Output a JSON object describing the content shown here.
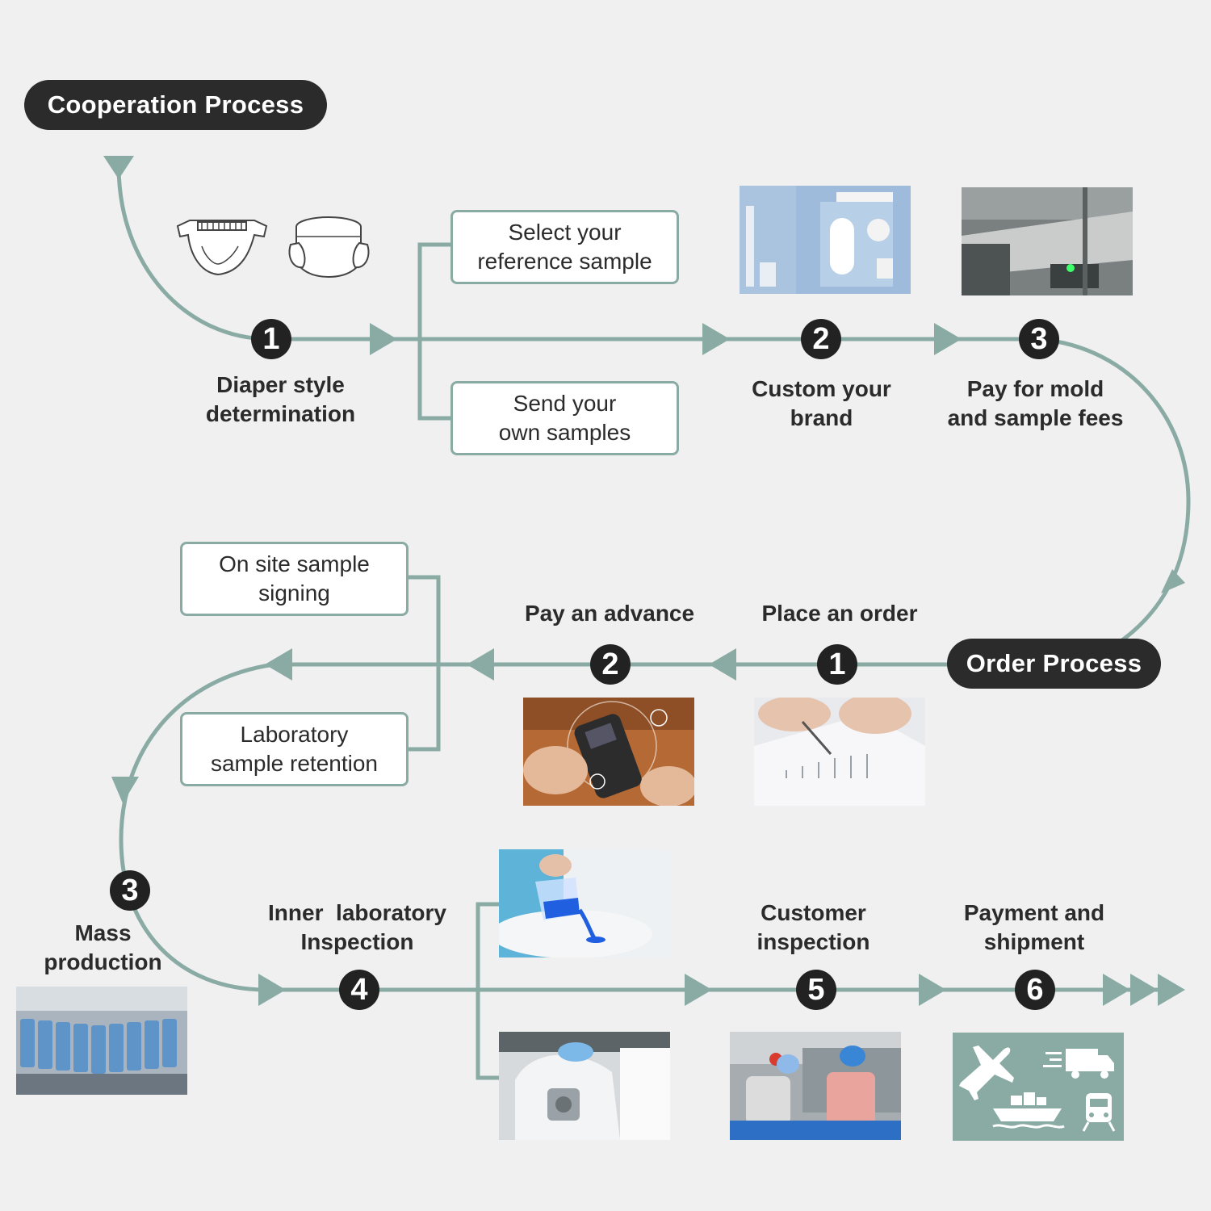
{
  "colors": {
    "background": "#f0f0f0",
    "teal": "#8aaba4",
    "dark": "#2b2b2b"
  },
  "headers": {
    "cooperation": "Cooperation Process",
    "order": "Order Process"
  },
  "cooperation_steps": [
    {
      "number": "1",
      "label_line1": "Diaper style",
      "label_line2": "determination"
    },
    {
      "number": "2",
      "label_line1": "Custom your",
      "label_line2": "brand"
    },
    {
      "number": "3",
      "label_line1": "Pay for mold",
      "label_line2": "and sample fees"
    }
  ],
  "cooperation_options": [
    {
      "line1": "Select your",
      "line2": "reference sample"
    },
    {
      "line1": "Send your",
      "line2": "own samples"
    }
  ],
  "order_steps": [
    {
      "number": "1",
      "label": "Place an order"
    },
    {
      "number": "2",
      "label": "Pay an advance"
    },
    {
      "number": "3",
      "label_line1": "Mass",
      "label_line2": "production"
    },
    {
      "number": "4",
      "label_line1": "Inner  laboratory",
      "label_line2": "Inspection"
    },
    {
      "number": "5",
      "label_line1": "Customer",
      "label_line2": "inspection"
    },
    {
      "number": "6",
      "label_line1": "Payment and",
      "label_line2": "shipment"
    }
  ],
  "sample_options": [
    {
      "line1": "On site sample",
      "line2": "signing"
    },
    {
      "line1": "Laboratory",
      "line2": "sample retention"
    }
  ],
  "icons": [
    "diaper-tape-icon",
    "diaper-pants-icon",
    "airplane-icon",
    "truck-icon",
    "ship-icon",
    "train-icon"
  ]
}
